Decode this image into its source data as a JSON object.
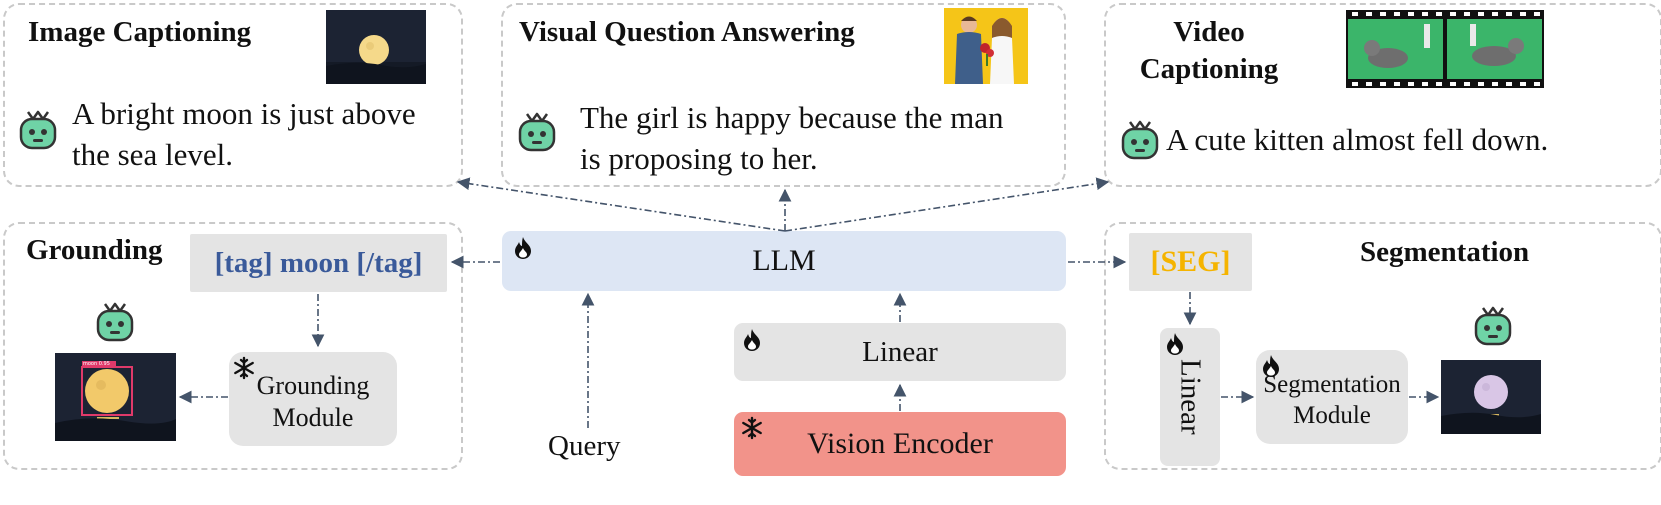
{
  "image_captioning": {
    "title": "Image Captioning",
    "answer": "A bright moon is just above the sea level."
  },
  "vqa": {
    "title": "Visual Question Answering",
    "answer": "The girl is happy because the man is proposing to her."
  },
  "video_captioning": {
    "title": "Video Captioning",
    "answer": "A cute kitten almost fell down."
  },
  "grounding": {
    "title": "Grounding",
    "tag_text": "[tag] moon [/tag]",
    "module_label": "Grounding Module",
    "detection_label": "moon 0.95"
  },
  "segmentation": {
    "title": "Segmentation",
    "seg_token": "[SEG]",
    "linear_label": "Linear",
    "module_label": "Segmentation Module"
  },
  "core": {
    "llm_label": "LLM",
    "linear_label": "Linear",
    "vision_encoder_label": "Vision Encoder",
    "query_label": "Query"
  },
  "icons": {
    "trainable": "flame-icon",
    "frozen": "snowflake-icon",
    "assistant": "robot-icon"
  },
  "colors": {
    "llm_box": "#dde6f4",
    "vision_encoder_box": "#f2938a",
    "module_box": "#e4e4e4",
    "tag_text": "#3a5a9a",
    "seg_token": "#f5b400",
    "arrow": "#44546a",
    "robot": "#6fd3a6"
  }
}
